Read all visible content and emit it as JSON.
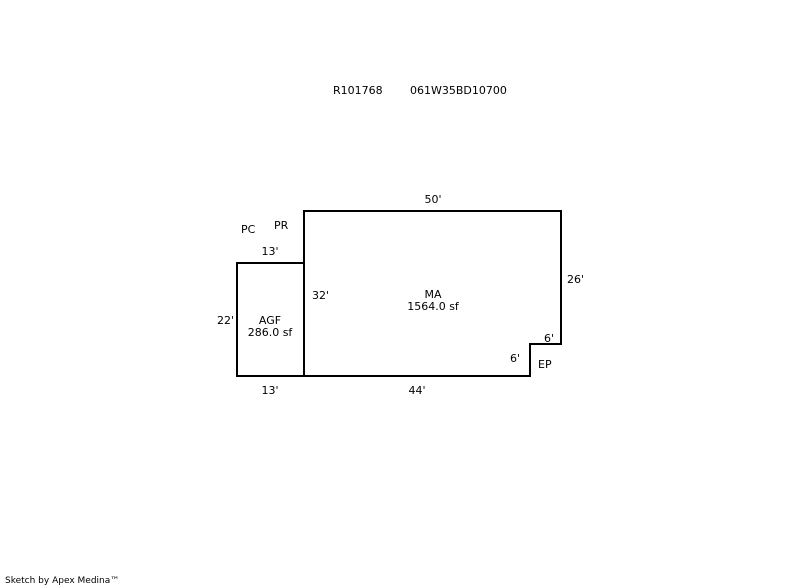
{
  "header": {
    "parcel_id": "R101768",
    "map_number": "061W35BD10700"
  },
  "sketch": {
    "areas": [
      {
        "code": "MA",
        "area": "1564.0 sf"
      },
      {
        "code": "AGF",
        "area": "286.0 sf"
      }
    ],
    "labels": {
      "pc": "PC",
      "pr": "PR",
      "ep": "EP"
    },
    "dimensions": {
      "ma_top": "50'",
      "ma_right": "26'",
      "ma_notch_h": "6'",
      "ma_notch_v": "6'",
      "ma_bottom": "44'",
      "ma_left": "32'",
      "agf_top": "13'",
      "agf_left": "22'",
      "agf_bottom": "13'"
    },
    "colors": {
      "line": "#000000",
      "background": "#ffffff"
    }
  },
  "footer": {
    "credit": "Sketch by Apex Medina™"
  }
}
